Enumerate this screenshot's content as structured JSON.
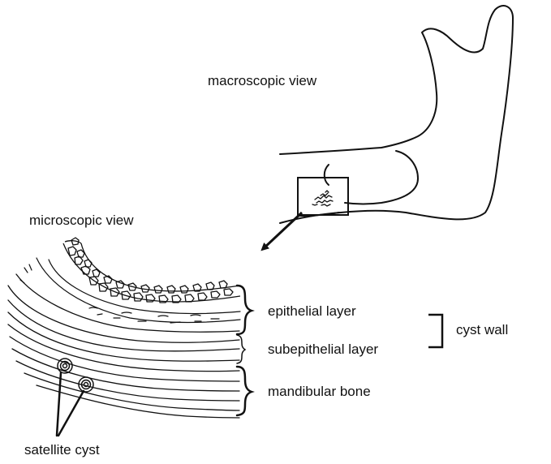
{
  "labels": {
    "macroscopic_view": "macroscopic view",
    "microscopic_view": "microscopic view",
    "epithelial_layer": "epithelial layer",
    "subepithelial_layer": "subepithelial layer",
    "cyst_wall": "cyst wall",
    "mandibular_bone": "mandibular bone",
    "satellite_cyst": "satellite cyst"
  },
  "colors": {
    "ink": "#111111",
    "background": "#ffffff"
  }
}
